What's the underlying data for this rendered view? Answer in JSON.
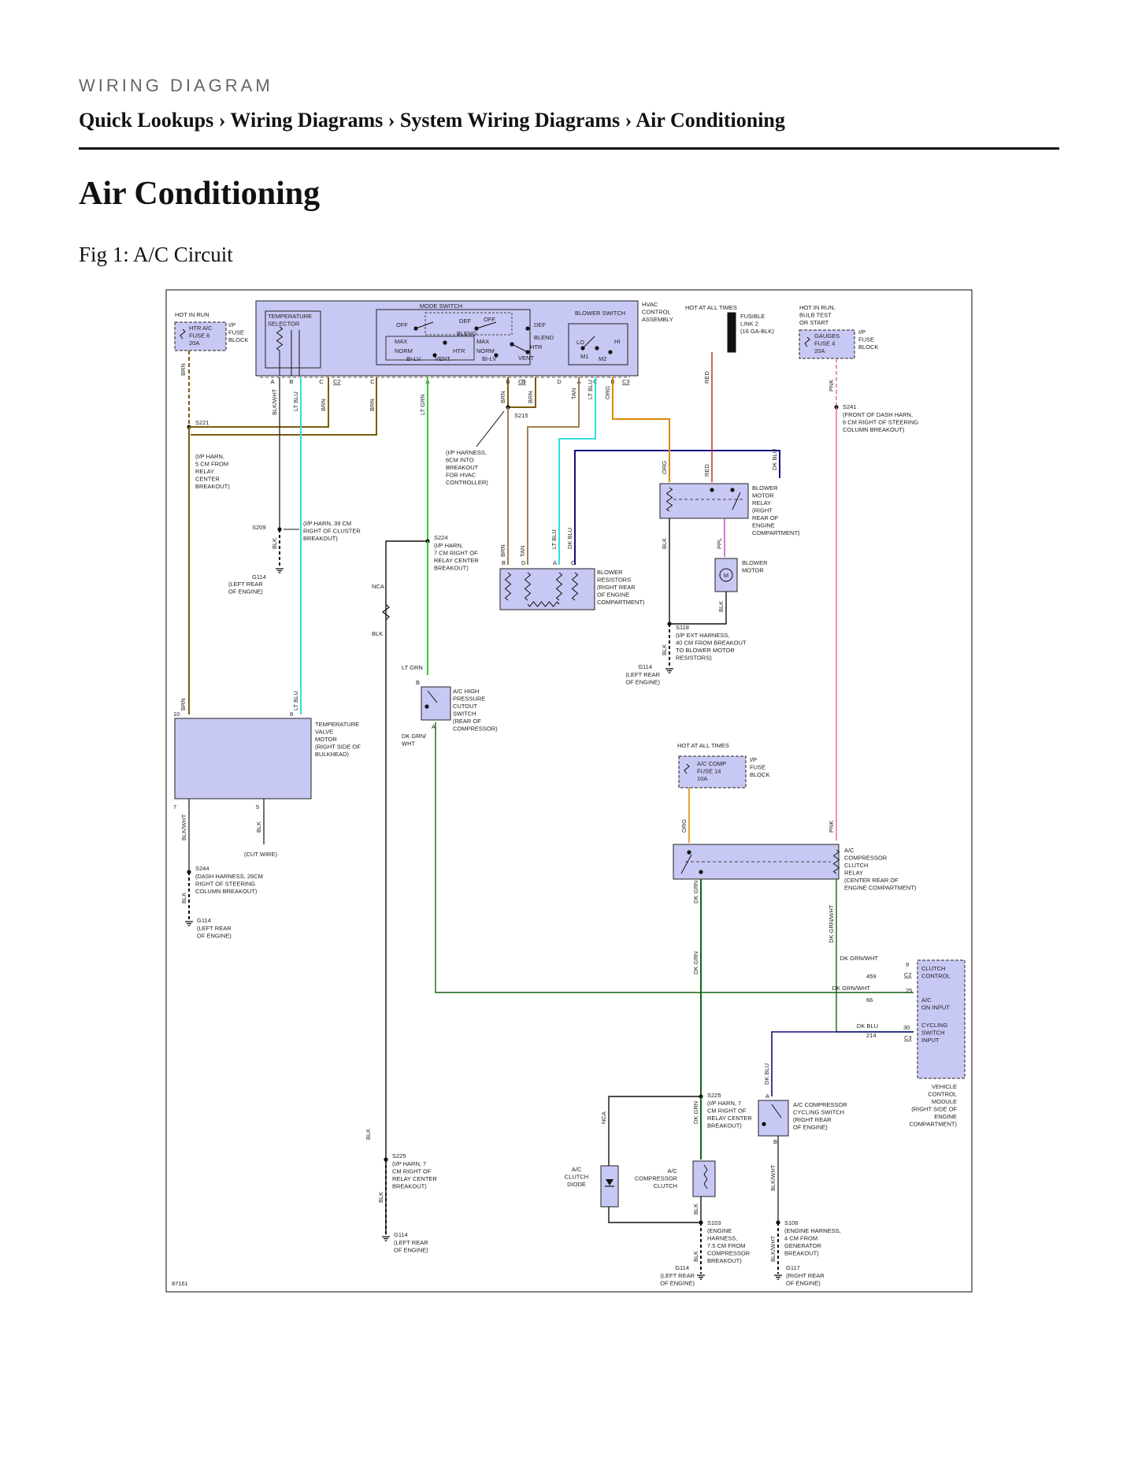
{
  "header": {
    "eyebrow": "WIRING DIAGRAM",
    "breadcrumb": "Quick Lookups › Wiring Diagrams › System Wiring Diagrams › Air Conditioning",
    "title": "Air Conditioning",
    "figure_caption": "Fig 1: A/C Circuit"
  },
  "diagram": {
    "figure_id": "87161",
    "labels": {
      "hot_in_run": "HOT IN RUN",
      "htr_ac_fuse": [
        "HTR A/C",
        "FUSE 6",
        "20A"
      ],
      "ip_fuse_block_1": [
        "I/P",
        "FUSE",
        "BLOCK"
      ],
      "temp_selector": [
        "TEMPERATURE",
        "SELECTOR"
      ],
      "mode_switch": "MODE SWITCH",
      "blower_switch": "BLOWER SWITCH",
      "hvac_assembly": [
        "HVAC",
        "CONTROL",
        "ASSEMBLY"
      ],
      "hot_at_all_times_1": "HOT AT ALL TIMES",
      "fusible_link": [
        "FUSIBLE",
        "LINK 2",
        "(16 GA-BLK)"
      ],
      "hot_in_run_bulb": [
        "HOT IN RUN,",
        "BULB TEST",
        "OR START"
      ],
      "gauges_fuse": [
        "GAUGES",
        "FUSE 4",
        "20A"
      ],
      "ip_fuse_block_2": [
        "I/P",
        "FUSE",
        "BLOCK"
      ],
      "mode_off": "OFF",
      "mode_def": "DEF",
      "mode_off2": "OFF",
      "mode_def2": "DEF",
      "mode_blend": "BLEND",
      "mode_blend2": "BLEND",
      "mode_max": "MAX",
      "mode_max2": "MAX",
      "mode_norm": "NORM",
      "mode_norm2": "NORM",
      "mode_htr": "HTR",
      "mode_htr2": "HTR",
      "mode_bilv": "BI-LV",
      "mode_bilv2": "BI-LV",
      "mode_vent": "VENT",
      "mode_vent2": "VENT",
      "blower_lo": "LO",
      "blower_hi": "HI",
      "blower_m1": "M1",
      "blower_m2": "M2",
      "s221": "S221",
      "s221_desc": [
        "(I/P HARN,",
        "5 CM FROM",
        "RELAY",
        "CENTER",
        "BREAKOUT)"
      ],
      "s209": "S209",
      "s209_desc": [
        "(I/P HARN, 39 CM",
        "RIGHT OF CLUSTER",
        "BREAKOUT)"
      ],
      "g114_1": "G114",
      "g114_1_desc": [
        "(LEFT REAR",
        "OF ENGINE)"
      ],
      "s215": "S215",
      "s215_desc": [
        "(I/P HARNESS,",
        "6CM INTO",
        "BREAKOUT",
        "FOR HVAC",
        "CONTROLLER)"
      ],
      "s224": "S224",
      "s224_desc": [
        "(I/P HARN,",
        "7 CM RIGHT OF",
        "RELAY CENTER",
        "BREAKOUT)"
      ],
      "nca_1": "NCA",
      "blower_resistors": [
        "BLOWER",
        "RESISTORS",
        "(RIGHT REAR",
        "OF ENGINE",
        "COMPARTMENT)"
      ],
      "blower_motor_relay": [
        "BLOWER",
        "MOTOR",
        "RELAY",
        "(RIGHT",
        "REAR OF",
        "ENGINE",
        "COMPARTMENT)"
      ],
      "blower_motor": [
        "BLOWER",
        "MOTOR"
      ],
      "motor_m": "M",
      "s118": "S118",
      "s118_desc": [
        "(I/P EXT HARNESS,",
        "40 CM FROM BREAKOUT",
        "TO BLOWER MOTOR",
        "RESISTORS)"
      ],
      "g114_2": "G114",
      "g114_2_desc": [
        "(LEFT REAR",
        "OF ENGINE)"
      ],
      "s241": "S241",
      "s241_desc": [
        "(FRONT OF DASH HARN,",
        "6 CM RIGHT OF STEERING",
        "COLUMN BREAKOUT)"
      ],
      "lt_grn_label": "LT GRN",
      "ac_high_pressure": [
        "A/C HIGH",
        "PRESSURE",
        "CUTOUT",
        "SWITCH",
        "(REAR OF",
        "COMPRESSOR)"
      ],
      "dk_grn_wht_label": [
        "DK GRN/",
        "WHT"
      ],
      "temp_valve_motor": [
        "TEMPERATURE",
        "VALVE",
        "MOTOR",
        "(RIGHT SIDE OF",
        "BULKHEAD)"
      ],
      "cut_wire": "(CUT WIRE)",
      "s244": "S244",
      "s244_desc": [
        "(DASH HARNESS, 26CM",
        "RIGHT OF STEERING",
        "COLUMN BREAKOUT)"
      ],
      "g114_3": "G114",
      "g114_3_desc": [
        "(LEFT REAR",
        "OF ENGINE)"
      ],
      "hot_at_all_times_2": "HOT AT ALL TIMES",
      "ac_comp_fuse": [
        "A/C COMP",
        "FUSE 14",
        "10A"
      ],
      "ip_fuse_block_3": [
        "I/P",
        "FUSE",
        "BLOCK"
      ],
      "ac_comp_clutch_relay": [
        "A/C",
        "COMPRESSOR",
        "CLUTCH",
        "RELAY",
        "(CENTER REAR OF",
        "ENGINE COMPARTMENT)"
      ],
      "vcm_clutch_control": [
        "CLUTCH",
        "CONTROL"
      ],
      "vcm_ac_on_input": [
        "A/C",
        "ON INPUT"
      ],
      "vcm_cycling_input": [
        "CYCLING",
        "SWITCH",
        "INPUT"
      ],
      "vcm": [
        "VEHICLE",
        "CONTROL",
        "MODULE",
        "(RIGHT SIDE OF",
        "ENGINE",
        "COMPARTMENT)"
      ],
      "s225_1": "S225",
      "s225_1_desc": [
        "(I/P HARN, 7",
        "CM RIGHT OF",
        "RELAY CENTER",
        "BREAKOUT)"
      ],
      "ac_clutch_diode": [
        "A/C",
        "CLUTCH",
        "DIODE"
      ],
      "ac_comp_clutch": [
        "A/C",
        "COMPRESSOR",
        "CLUTCH"
      ],
      "ac_cycling_switch": [
        "A/C COMPRESSOR",
        "CYCLING SWITCH",
        "(RIGHT REAR",
        "OF ENGINE)"
      ],
      "s225_2": "S225",
      "s225_2_desc": [
        "(I/P HARN, 7",
        "CM RIGHT OF",
        "RELAY CENTER",
        "BREAKOUT)"
      ],
      "s103": "S103",
      "s103_desc": [
        "(ENGINE",
        "HARNESS,",
        "7.5 CM FROM",
        "COMPRESSOR",
        "BREAKOUT)"
      ],
      "s106": "S106",
      "s106_desc": [
        "(ENGINE HARNESS,",
        "4 CM FROM",
        "GENERATOR",
        "BREAKOUT)"
      ],
      "g114_4": "G114",
      "g114_4_desc": [
        "(LEFT REAR",
        "OF ENGINE)"
      ],
      "g114_5": "G114",
      "g114_5_desc": [
        "(LEFT REAR",
        "OF ENGINE)"
      ],
      "g117": "G117",
      "g117_desc": [
        "(RIGHT REAR",
        "OF ENGINE)"
      ],
      "nca_2": "NCA",
      "nca_3": "NCA"
    },
    "wire_colors": {
      "BRN": "#7a5c10",
      "LT BLU": "#33dddd",
      "LT GRN": "#33cc33",
      "DK GRN": "#116611",
      "DK BLU": "#101080",
      "BLK": "#111111",
      "ORG": "#dd8800",
      "RED": "#bb2222",
      "PNK": "#ee7788",
      "TAN": "#a08050",
      "PPL": "#bb44bb",
      "component_fill": "#c8c8f4"
    },
    "wire_labels": {
      "brn": "BRN",
      "blk_wht": "BLK/WHT",
      "lt_blu": "LT BLU",
      "lt_grn": "LT GRN",
      "tan": "TAN",
      "dk_blu": "DK BLU",
      "org": "ORG",
      "red": "RED",
      "pnk": "PNK",
      "blk": "BLK",
      "ppl": "PPL",
      "dk_grn": "DK GRN",
      "dk_grn_wht": "DK GRN/WHT"
    },
    "pins": {
      "a": "A",
      "b": "B",
      "c": "C",
      "d": "D",
      "c1": "C1",
      "c2": "C2",
      "c3": "C3",
      "p10": "10",
      "p8": "8",
      "p7": "7",
      "p5": "5",
      "p9": "9",
      "p25": "25",
      "p30": "30",
      "c459": "459",
      "c66": "66",
      "c214": "214"
    }
  }
}
